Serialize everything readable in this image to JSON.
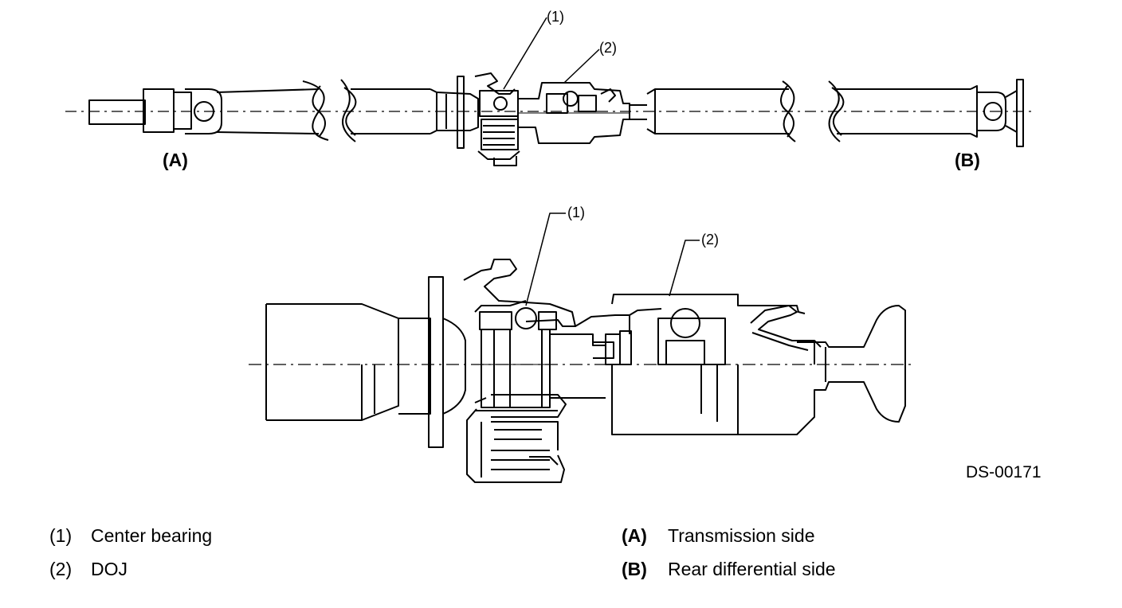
{
  "diagram": {
    "top_view": {
      "callouts": [
        "(1)",
        "(2)"
      ],
      "side_labels": [
        "(A)",
        "(B)"
      ]
    },
    "detail_view": {
      "callouts": [
        "(1)",
        "(2)"
      ]
    },
    "figure_id": "DS-00171"
  },
  "legend": {
    "left": [
      {
        "code": "(1)",
        "text": "Center bearing"
      },
      {
        "code": "(2)",
        "text": "DOJ"
      }
    ],
    "right": [
      {
        "code": "(A)",
        "text": "Transmission side"
      },
      {
        "code": "(B)",
        "text": "Rear differential side"
      }
    ]
  }
}
